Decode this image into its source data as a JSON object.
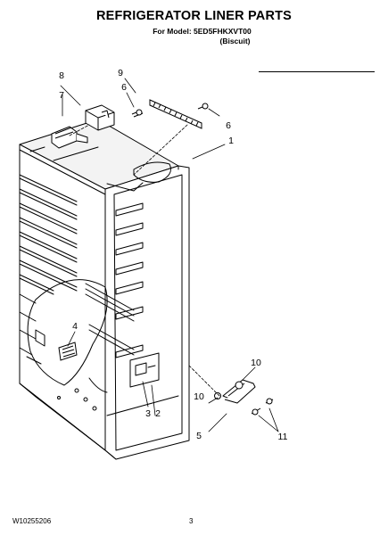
{
  "header": {
    "title": "REFRIGERATOR LINER PARTS",
    "model_line": "For Model: 5ED5FHKXVT00",
    "color_line": "(Biscuit)"
  },
  "callouts": [
    "1",
    "2",
    "3",
    "4",
    "5",
    "6",
    "6",
    "7",
    "8",
    "9",
    "10",
    "10",
    "11"
  ],
  "footer": {
    "doc_number": "W10255206",
    "page_number": "3"
  }
}
